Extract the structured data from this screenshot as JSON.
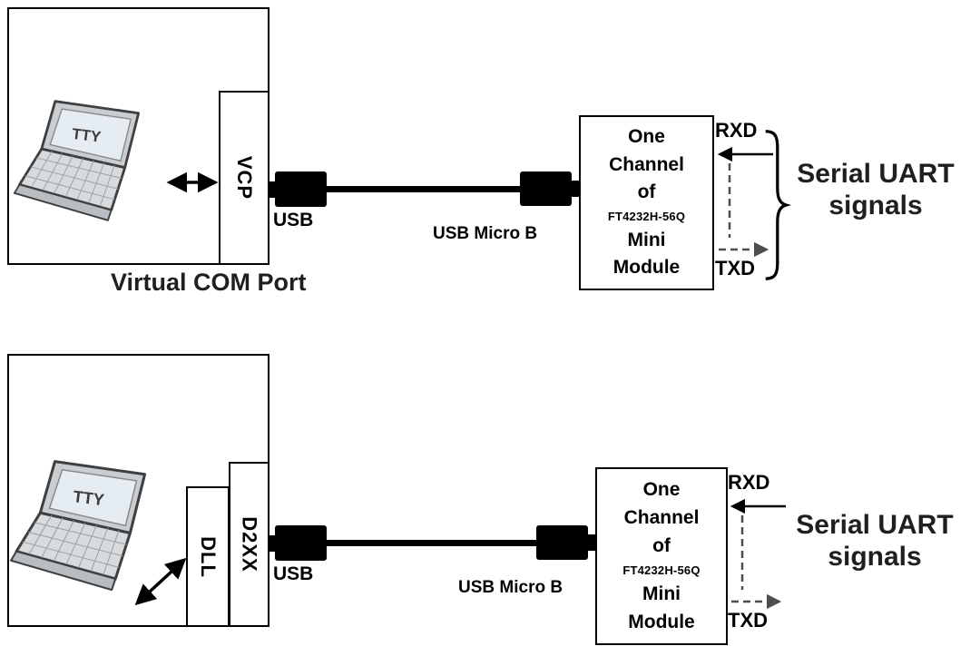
{
  "diagrams": [
    {
      "laptop_screen_label": "TTY",
      "stack_boxes": [
        {
          "label": "VCP"
        }
      ],
      "caption": "Virtual COM Port",
      "usb_plug_label": "USB",
      "cable_label": "USB Micro B",
      "module_lines": [
        "One",
        "Channel",
        "of",
        "FT4232H-56Q",
        "Mini",
        "Module"
      ],
      "rxd_label": "RXD",
      "txd_label": "TXD",
      "signals_line1": "Serial UART",
      "signals_line2": "signals"
    },
    {
      "laptop_screen_label": "TTY",
      "stack_boxes": [
        {
          "label": "DLL"
        },
        {
          "label": "D2XX"
        }
      ],
      "usb_plug_label": "USB",
      "cable_label": "USB Micro B",
      "module_lines": [
        "One",
        "Channel",
        "of",
        "FT4232H-56Q",
        "Mini",
        "Module"
      ],
      "rxd_label": "RXD",
      "txd_label": "TXD",
      "signals_line1": "Serial UART",
      "signals_line2": "signals"
    }
  ],
  "colors": {
    "ink": "#000000",
    "signal_gray": "#4d4d4d",
    "background": "#ffffff"
  }
}
